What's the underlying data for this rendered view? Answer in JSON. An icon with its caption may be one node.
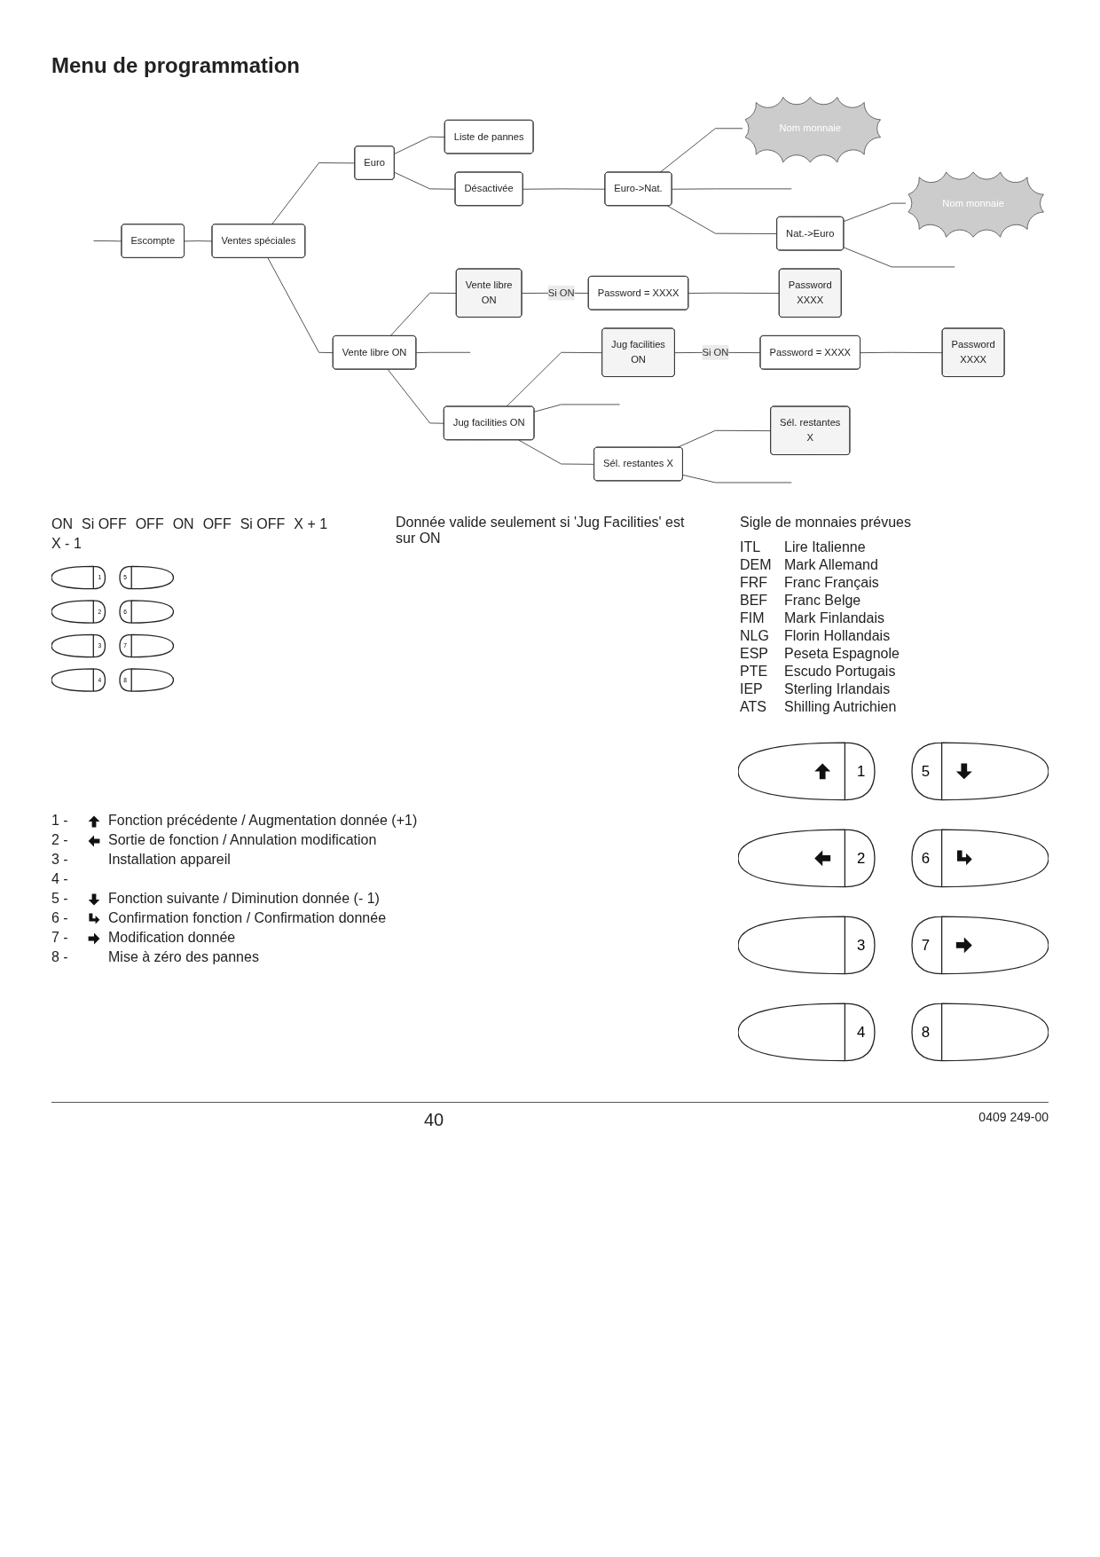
{
  "diagram": {
    "title": "Menu de programmation",
    "nodes": [
      {
        "text": [
          "Escompte"
        ]
      },
      {
        "text": [
          "Ventes spéciales"
        ]
      },
      {
        "text": [
          "Vente libre ON"
        ]
      },
      {
        "text": [
          "Vente libre",
          "ON"
        ]
      },
      {
        "text": [
          "Password = XXXX"
        ]
      },
      {
        "text": [
          "Password",
          "XXXX"
        ]
      },
      {
        "text": [
          "Jug facilities ON"
        ]
      },
      {
        "text": [
          "Jug facilities",
          "ON"
        ]
      },
      {
        "text": [
          "Password = XXXX"
        ]
      },
      {
        "text": [
          "Password",
          "XXXX"
        ]
      },
      {
        "text": [
          "Sél. restantes X"
        ]
      },
      {
        "text": [
          "Sél. restantes",
          "X"
        ]
      },
      {
        "text": [
          "Euro"
        ]
      },
      {
        "text": [
          "Désactivée"
        ]
      },
      {
        "text": [
          "Euro->Nat."
        ]
      },
      {
        "text": [
          "Nom monnaie"
        ]
      },
      {
        "text": [
          "Nat.->Euro"
        ]
      },
      {
        "text": [
          "Nom monnaie"
        ]
      },
      {
        "text": [
          "Liste de pannes"
        ]
      }
    ],
    "edges": [
      {
        "from": null,
        "to": 0,
        "arrow": "none"
      },
      {
        "from": 0,
        "to": 1,
        "arrow": "none"
      },
      {
        "from": 1,
        "to": 12,
        "arrow": "none"
      },
      {
        "from": 12,
        "to": 18,
        "arrow": "none"
      },
      {
        "from": 1,
        "to": 2,
        "arrow": "none"
      },
      {
        "from": 2,
        "to": 3,
        "arrow": "none"
      },
      {
        "from": 3,
        "to": 4,
        "arrow": "none",
        "label": "Si ON"
      },
      {
        "from": 4,
        "to": 5,
        "arrow": "none"
      },
      {
        "from": 2,
        "to": null,
        "arrow": "none"
      },
      {
        "from": 2,
        "to": 6,
        "arrow": "none"
      },
      {
        "from": 6,
        "to": 7,
        "arrow": "none"
      },
      {
        "from": 7,
        "to": 8,
        "arrow": "none",
        "label": "Si ON"
      },
      {
        "from": 8,
        "to": 9,
        "arrow": "none"
      },
      {
        "from": 6,
        "to": null,
        "arrow": "none"
      },
      {
        "from": 6,
        "to": 10,
        "arrow": "none"
      },
      {
        "from": 10,
        "to": 11,
        "arrow": "none"
      },
      {
        "from": 10,
        "to": null,
        "arrow": "none"
      },
      {
        "from": 12,
        "to": 13,
        "arrow": "none"
      },
      {
        "from": 13,
        "to": 14,
        "arrow": "none"
      },
      {
        "from": 14,
        "to": 15,
        "arrow": "none"
      },
      {
        "from": 14,
        "to": null,
        "arrow": "none"
      },
      {
        "from": 14,
        "to": 16,
        "arrow": "none"
      },
      {
        "from": 16,
        "to": 17,
        "arrow": "none"
      },
      {
        "from": 16,
        "to": null,
        "arrow": "none"
      }
    ],
    "labels": [
      "ON",
      "Si OFF",
      "OFF",
      "1",
      "5",
      "2",
      "6",
      "3",
      "7",
      "4",
      "8",
      "ON",
      "OFF",
      "Si OFF",
      "X + 1",
      "X - 1",
      "Donnée valide seulement si 'Jug Facilities' est sur ON",
      "Sigle de monnaies prévues",
      "ITL",
      "Lire Italienne",
      "DEM",
      "Mark Allemand",
      "FRF",
      "Franc Français",
      "BEF",
      "Franc Belge",
      "FIM",
      "Mark Finlandais",
      "NLG",
      "Florin Hollandais",
      "ESP",
      "Peseta Espagnole",
      "PTE",
      "Escudo Portugais",
      "IEP",
      "Sterling Irlandais",
      "ATS",
      "Shilling Autrichien",
      "1",
      "5",
      "2",
      "6",
      "3",
      "7",
      "4",
      "8",
      "1 -",
      "Fonction précédente / Augmentation donnée (+1)",
      "2 -",
      "Sortie de fonction / Annulation modification",
      "3 -",
      "Installation appareil",
      "4 -",
      "5 -",
      "Fonction suivante / Diminution donnée (- 1)",
      "6 -",
      "Confirmation fonction / Confirmation donnée",
      "7 -",
      "Modification donnée",
      "8 -",
      "Mise à zéro des pannes",
      "40",
      "0409 249-00"
    ]
  }
}
